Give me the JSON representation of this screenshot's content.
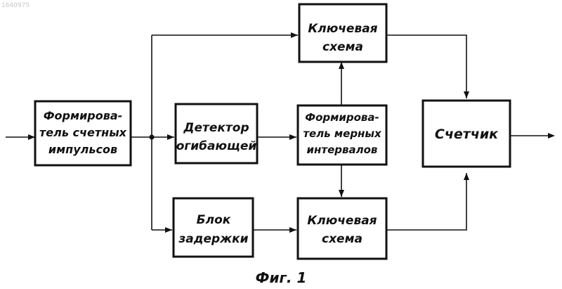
{
  "doc_number": "1640975",
  "blocks": {
    "pulse_shaper": [
      "Формирова-",
      "тель счетных",
      "импульсов"
    ],
    "envelope_detector": [
      "Детектор",
      "огибающей"
    ],
    "interval_shaper": [
      "Формирова-",
      "тель мерных",
      "интервалов"
    ],
    "key_circuit_top": [
      "Ключевая",
      "схема"
    ],
    "delay_block": [
      "Блок",
      "задержки"
    ],
    "key_circuit_bottom": [
      "Ключевая",
      "схема"
    ],
    "counter": [
      "Счетчик"
    ]
  },
  "caption": "Фиг. 1",
  "colors": {
    "ink": "#111111",
    "background": "#ffffff"
  }
}
